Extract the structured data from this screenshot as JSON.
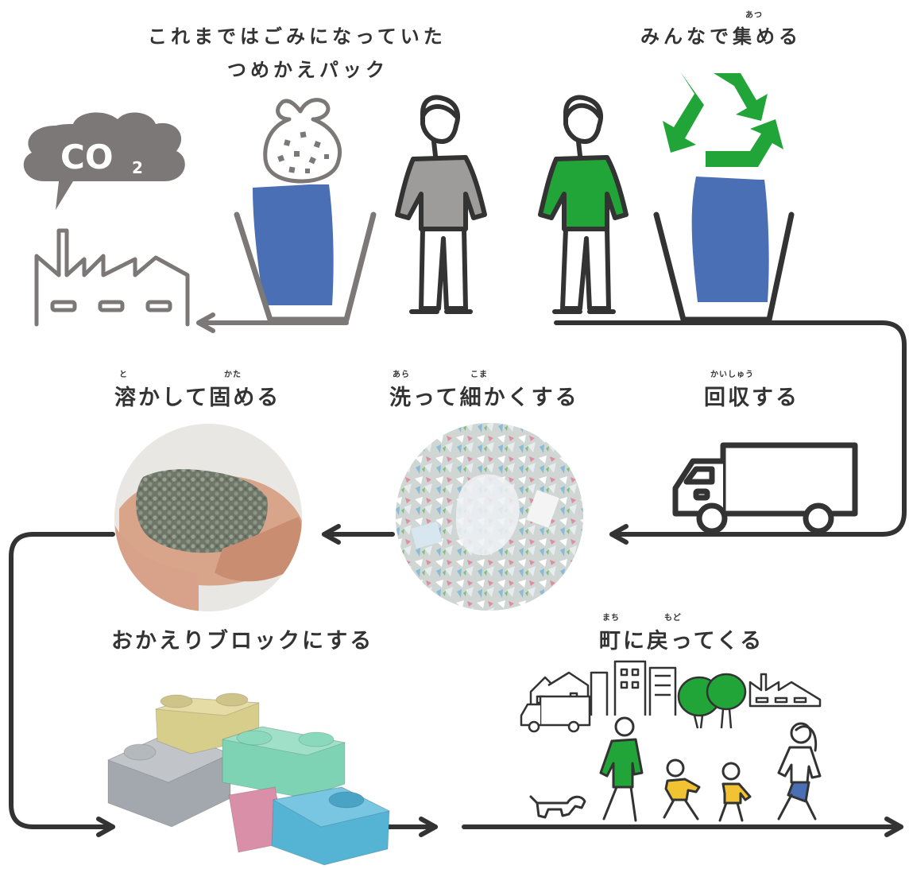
{
  "labels": {
    "waste_line1": "これまではごみになっていた",
    "waste_line2": "つめかえパック",
    "collect_together": "みんなで集める",
    "collect_together_ruby": "あつ",
    "collection": "回収する",
    "collection_ruby": "かいしゅう",
    "wash_shred": "洗って細かくする",
    "wash_ruby": "あら",
    "shred_ruby": "こま",
    "melt_solidify": "溶かして固める",
    "melt_ruby": "と",
    "solidify_ruby": "かた",
    "make_blocks": "おかえりブロックにする",
    "return_town": "町に戻ってくる",
    "town_ruby": "まち",
    "return_ruby": "もど",
    "co2": "CO",
    "co2_sub": "2"
  },
  "colors": {
    "dark": "#333333",
    "gray": "#7b7877",
    "green": "#21a539",
    "blue": "#4a6fb4",
    "yellow": "#f1c232",
    "block_yellow": "#d7ce8c",
    "block_gray": "#a3a8ae",
    "block_mint": "#7fd3b5",
    "block_pink": "#d98fa7",
    "block_cyan": "#55b3d4"
  },
  "icons": [
    "co2-cloud-icon",
    "factory-icon",
    "trash-bag-icon",
    "recycle-icon",
    "person-icon",
    "truck-icon",
    "town-icon",
    "tree-icon",
    "dog-icon"
  ]
}
